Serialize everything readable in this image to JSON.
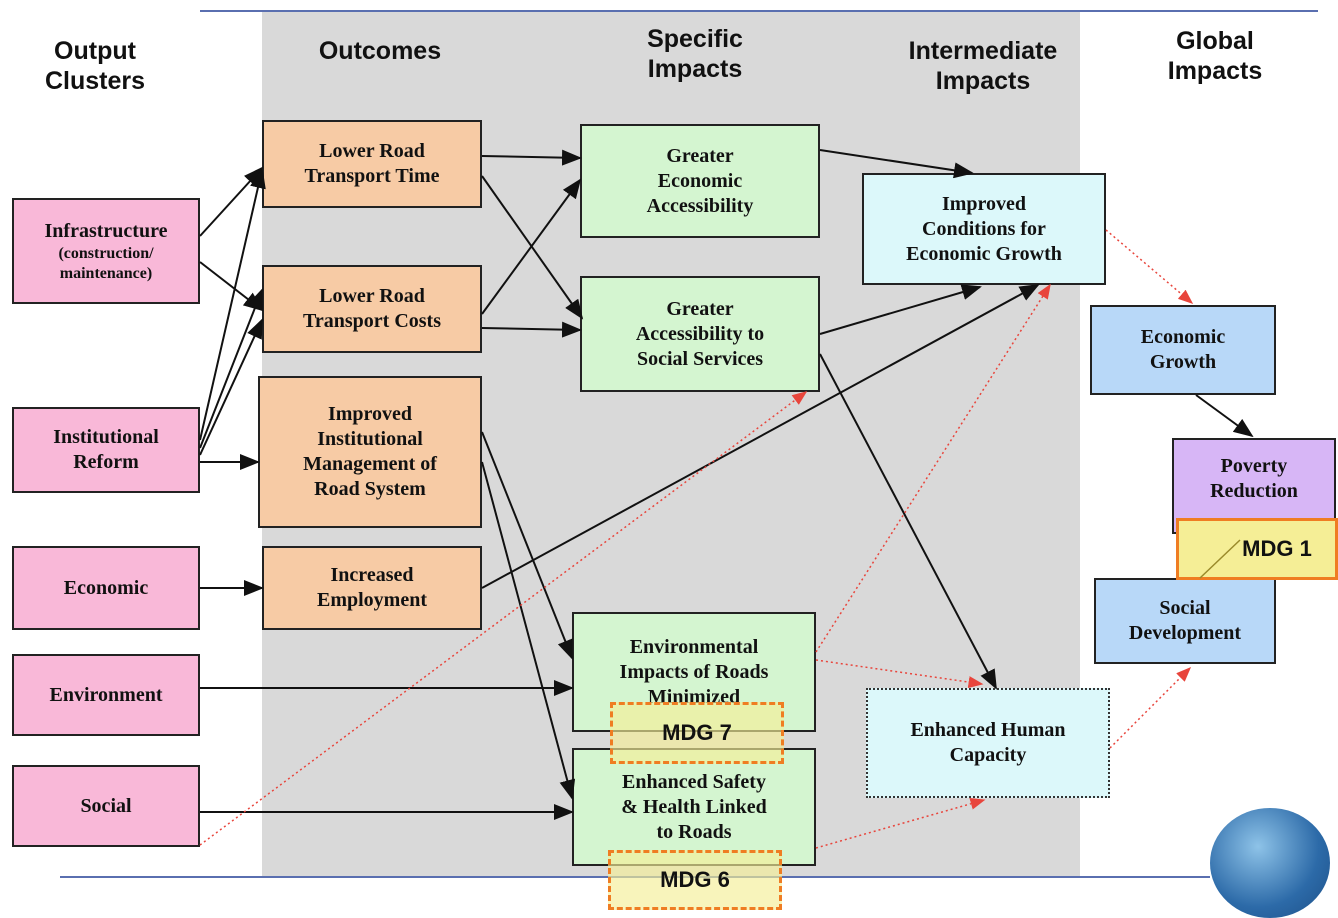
{
  "headers": {
    "output_clusters": "Output\nClusters",
    "outcomes": "Outcomes",
    "specific_impacts": "Specific\nImpacts",
    "intermediate_impacts": "Intermediate\nImpacts",
    "global_impacts": "Global\nImpacts"
  },
  "output_clusters": {
    "infrastructure": "Infrastructure",
    "infrastructure_sub": "(construction/\nmaintenance)",
    "institutional_reform": "Institutional\nReform",
    "economic": "Economic",
    "environment": "Environment",
    "social": "Social"
  },
  "outcomes": {
    "lower_time": "Lower Road\nTransport Time",
    "lower_costs": "Lower Road\nTransport Costs",
    "improved_mgmt": "Improved\nInstitutional\nManagement of\nRoad System",
    "employment": "Increased\nEmployment"
  },
  "specific_impacts": {
    "econ_access": "Greater\nEconomic\nAccessibility",
    "social_access": "Greater\nAccessibility to\nSocial Services",
    "env_impacts": "Environmental\nImpacts of Roads\nMinimized",
    "safety_health": "Enhanced Safety\n& Health Linked\nto Roads"
  },
  "intermediate_impacts": {
    "conditions_growth": "Improved\nConditions for\nEconomic Growth",
    "human_capacity": "Enhanced Human\nCapacity"
  },
  "global_impacts": {
    "economic_growth": "Economic\nGrowth",
    "poverty_reduction": "Poverty\nReduction",
    "social_development": "Social\nDevelopment"
  },
  "mdg_labels": {
    "mdg1": "MDG 1",
    "mdg7": "MDG 7",
    "mdg6": "MDG 6"
  },
  "colors": {
    "cluster_fill": "#f9b8d8",
    "outcome_fill": "#f7cba5",
    "specific_fill": "#d4f5d0",
    "intermediate_fill": "#dcf8fa",
    "global_fill": "#b8d8f8",
    "poverty_fill": "#d7b6f6",
    "mdg_fill": "#f5ee96",
    "mdg_border": "#ef7d22",
    "band": "#d9d9d9",
    "solid_arrow": "#111111",
    "dotted_arrow": "#e8453c"
  }
}
